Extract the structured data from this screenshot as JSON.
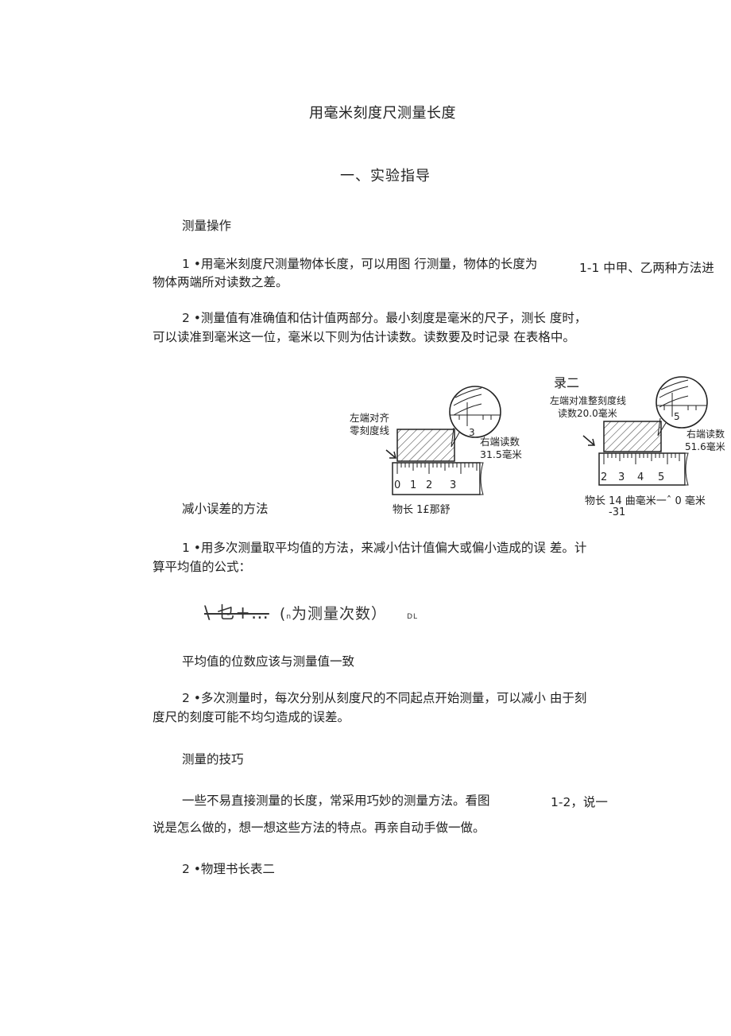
{
  "doc": {
    "title": "用毫米刻度尺测量长度",
    "section1": "一、实验指导",
    "heading_measure": "测量操作",
    "p1_line1": "1 •用毫米刻度尺测量物体长度，可以用图  行测量，物体的长度为",
    "p1_side": "1-1 中甲、乙两种方法进",
    "p1_line2": "物体两端所对读数之差。",
    "p2_line1": "2 •测量值有准确值和估计值两部分。最小刻度是毫米的尺子，测长  度时，",
    "p2_line2": "可以读准到毫米这一位，毫米以下则为估计读数。读数要及时记录  在表格中。",
    "heading_reduce": "减小误差的方法",
    "r1_line1": "1 •用多次测量取平均值的方法，来减小估计值偏大或偏小造成的误  差。计",
    "r1_line2": "算平均值的公式：",
    "formula_main": "\\ 乜+…",
    "formula_n": "n",
    "formula_rest": "为测量次数）",
    "formula_dl": "DL",
    "avg_note": "平均值的位数应该与测量值一致",
    "r2_line1": "2 •多次测量时，每次分别从刻度尺的不同起点开始测量，可以减小  由于刻",
    "r2_line2": "度尺的刻度可能不均匀造成的误差。",
    "heading_skill": "测量的技巧",
    "s1_line1_a": "一些不易直接测量的长度，常采用巧妙的测量方法。看图",
    "s1_line1_b": "1-2，说一",
    "s1_line2": "说是怎么做的，想一想这些方法的特点。再亲自动手做一做。",
    "s2": "2 •物理书长表二"
  },
  "figure_a": {
    "left_note_1": "左端对齐",
    "left_note_2": "零刻度线",
    "right_note_1": "右端读数",
    "right_note_2": "31.5毫米",
    "ruler_ticks": [
      "0",
      "1",
      "2",
      "3"
    ],
    "zoom_digit": "3",
    "caption": "物长 1£那舒"
  },
  "figure_b": {
    "label": "录二",
    "left_note_1": "左端对准整刻度线",
    "left_note_2": "读数20.0毫米",
    "right_note_1": "右端读数",
    "right_note_2": "51.6毫米",
    "ruler_ticks": [
      "2",
      "3",
      "4",
      "5"
    ],
    "zoom_digit": "5",
    "caption_1": "物长 14 曲毫米一ˆ  0 毫米",
    "caption_2": "-31"
  }
}
